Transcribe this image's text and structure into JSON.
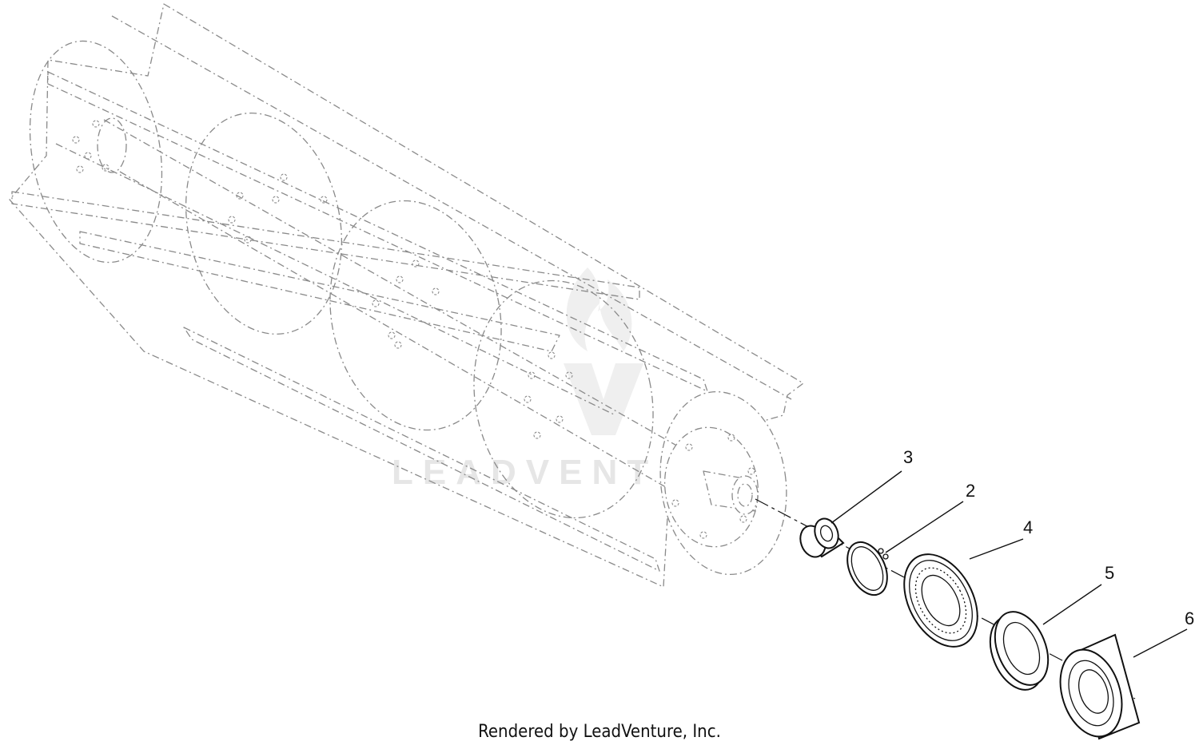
{
  "diagram": {
    "callouts": [
      {
        "id": "3",
        "label": "3"
      },
      {
        "id": "2",
        "label": "2"
      },
      {
        "id": "4",
        "label": "4"
      },
      {
        "id": "5",
        "label": "5"
      },
      {
        "id": "6",
        "label": "6"
      }
    ],
    "watermark": "LEADVENTURE",
    "footer": "Rendered by LeadVenture, Inc."
  }
}
